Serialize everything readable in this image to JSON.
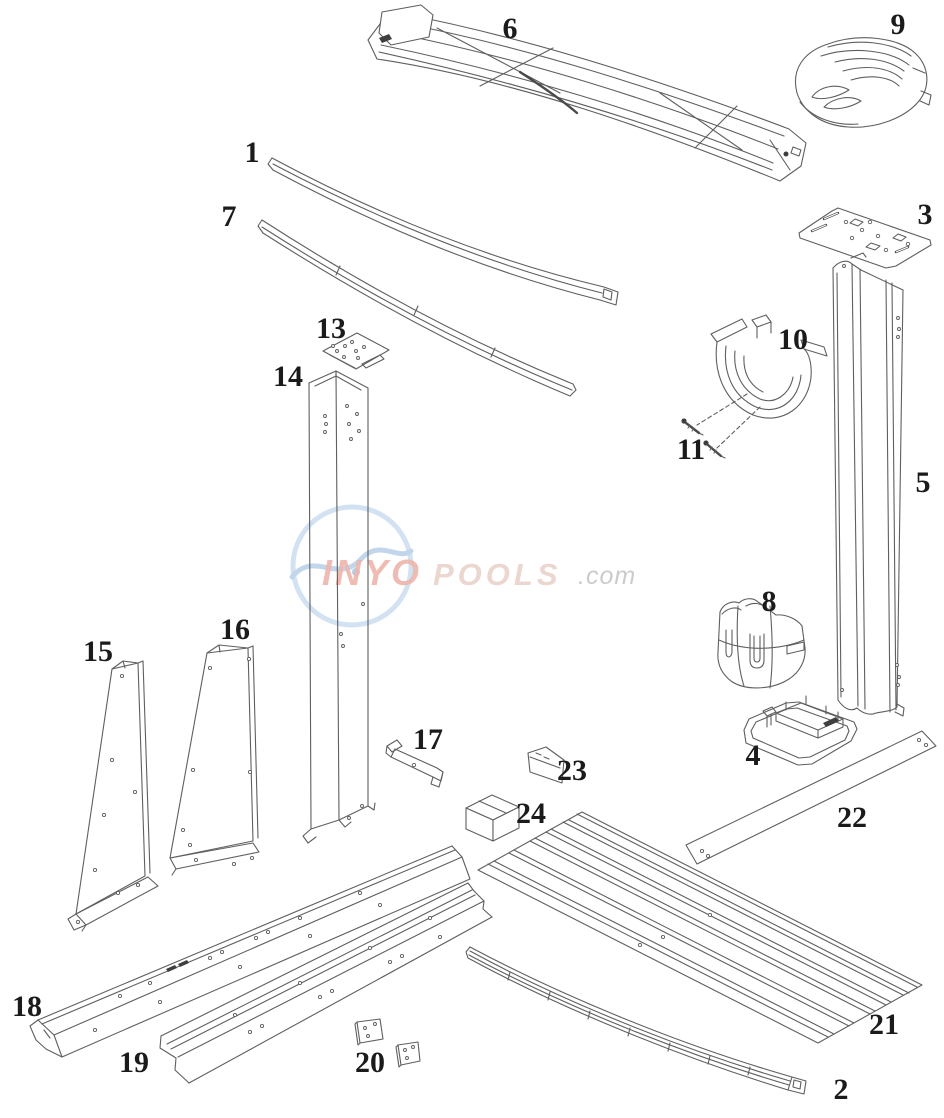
{
  "diagram": {
    "line_color": "#5f5f5f",
    "label_color": "#1b1b1b",
    "background": "#ffffff"
  },
  "watermark": {
    "brand_primary": "INYO",
    "brand_secondary": "POOLS",
    "domain_suffix": ".com",
    "color_primary": "#eeb5ac",
    "color_secondary": "#e9d3cc",
    "color_suffix": "#c6c6c6",
    "logo_color": "#aecbe8"
  },
  "parts": {
    "p1": {
      "label": "1"
    },
    "p2": {
      "label": "2"
    },
    "p3": {
      "label": "3"
    },
    "p4": {
      "label": "4"
    },
    "p5": {
      "label": "5"
    },
    "p6": {
      "label": "6"
    },
    "p7": {
      "label": "7"
    },
    "p8": {
      "label": "8"
    },
    "p9": {
      "label": "9"
    },
    "p10": {
      "label": "10"
    },
    "p11": {
      "label": "11"
    },
    "p13": {
      "label": "13"
    },
    "p14": {
      "label": "14"
    },
    "p15": {
      "label": "15"
    },
    "p16": {
      "label": "16"
    },
    "p17": {
      "label": "17"
    },
    "p18": {
      "label": "18"
    },
    "p19": {
      "label": "19"
    },
    "p20": {
      "label": "20"
    },
    "p21": {
      "label": "21"
    },
    "p22": {
      "label": "22"
    },
    "p23": {
      "label": "23"
    },
    "p24": {
      "label": "24"
    }
  }
}
